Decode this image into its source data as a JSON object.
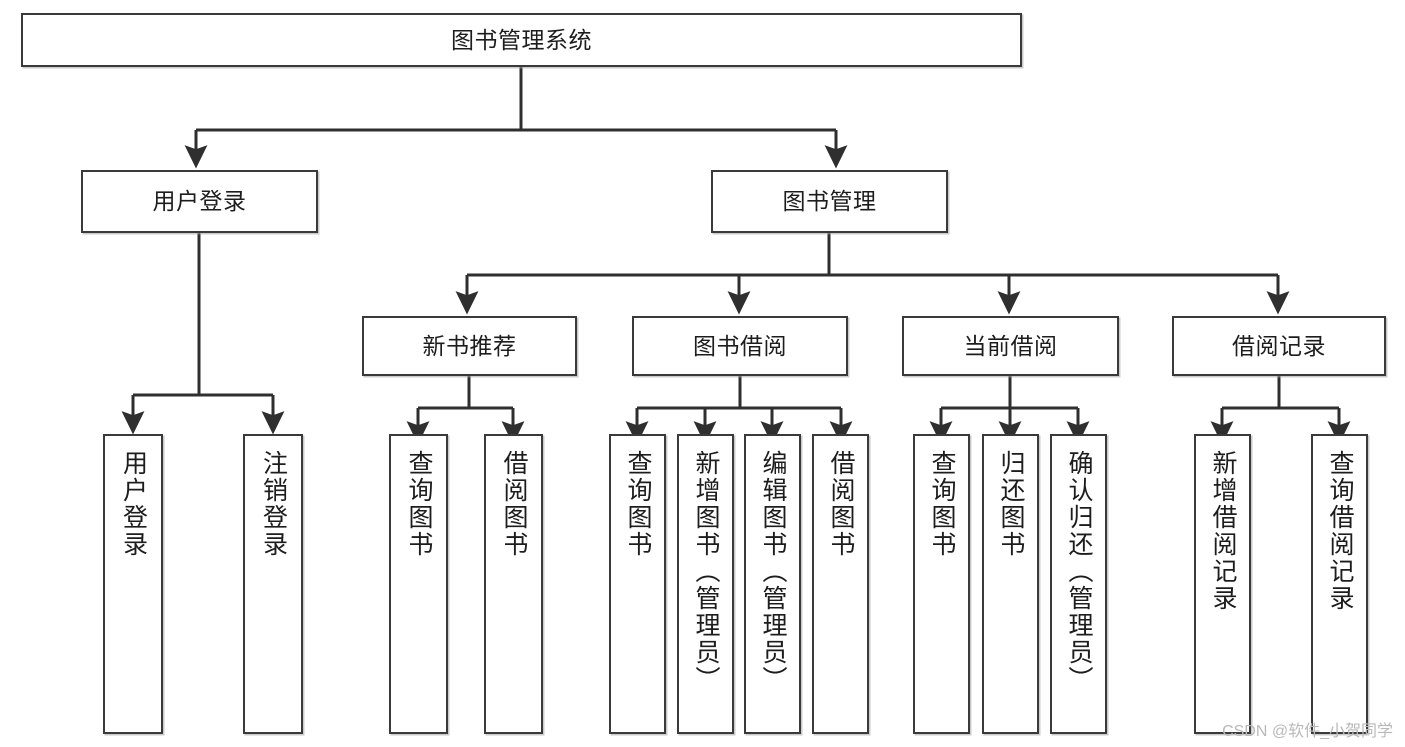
{
  "diagram": {
    "title": "图书管理系统",
    "type": "tree-hierarchy-diagram",
    "watermark": "CSDN @软件_小贺同学",
    "colors": {
      "box_border": "#3a3a3a",
      "box_fill": "#ffffff",
      "connector": "#2f2f2f",
      "text": "#1d1d1d",
      "watermark": "#b9b9b9",
      "background": "#ffffff"
    },
    "levels": {
      "root": {
        "label": "图书管理系统"
      },
      "level2": [
        {
          "label": "用户登录"
        },
        {
          "label": "图书管理"
        }
      ],
      "level3": [
        {
          "label": "新书推荐",
          "parent": "图书管理"
        },
        {
          "label": "图书借阅",
          "parent": "图书管理"
        },
        {
          "label": "当前借阅",
          "parent": "图书管理"
        },
        {
          "label": "借阅记录",
          "parent": "图书管理"
        }
      ],
      "leaves": {
        "用户登录": [
          "用户登录",
          "注销登录"
        ],
        "新书推荐": [
          "查询图书",
          "借阅图书"
        ],
        "图书借阅": [
          "查询图书",
          "新增图书（管理员）",
          "编辑图书（管理员）",
          "借阅图书"
        ],
        "当前借阅": [
          "查询图书",
          "归还图书",
          "确认归还（管理员）"
        ],
        "借阅记录": [
          "新增借阅记录",
          "查询借阅记录"
        ]
      }
    },
    "nodes": {
      "root": "图书管理系统",
      "n_user_login": "用户登录",
      "n_book_mgmt": "图书管理",
      "n_new_book": "新书推荐",
      "n_borrow": "图书借阅",
      "n_current": "当前借阅",
      "n_record": "借阅记录",
      "l_user_login": "用户登录",
      "l_user_logout": "注销登录",
      "l_nb_query": "查询图书",
      "l_nb_borrow": "借阅图书",
      "l_bb_query": "查询图书",
      "l_bb_add": "新增图书（管理员）",
      "l_bb_edit": "编辑图书（管理员）",
      "l_bb_borrow": "借阅图书",
      "l_cb_query": "查询图书",
      "l_cb_return": "归还图书",
      "l_cb_confirm": "确认归还（管理员）",
      "l_rc_add": "新增借阅记录",
      "l_rc_query": "查询借阅记录"
    }
  }
}
